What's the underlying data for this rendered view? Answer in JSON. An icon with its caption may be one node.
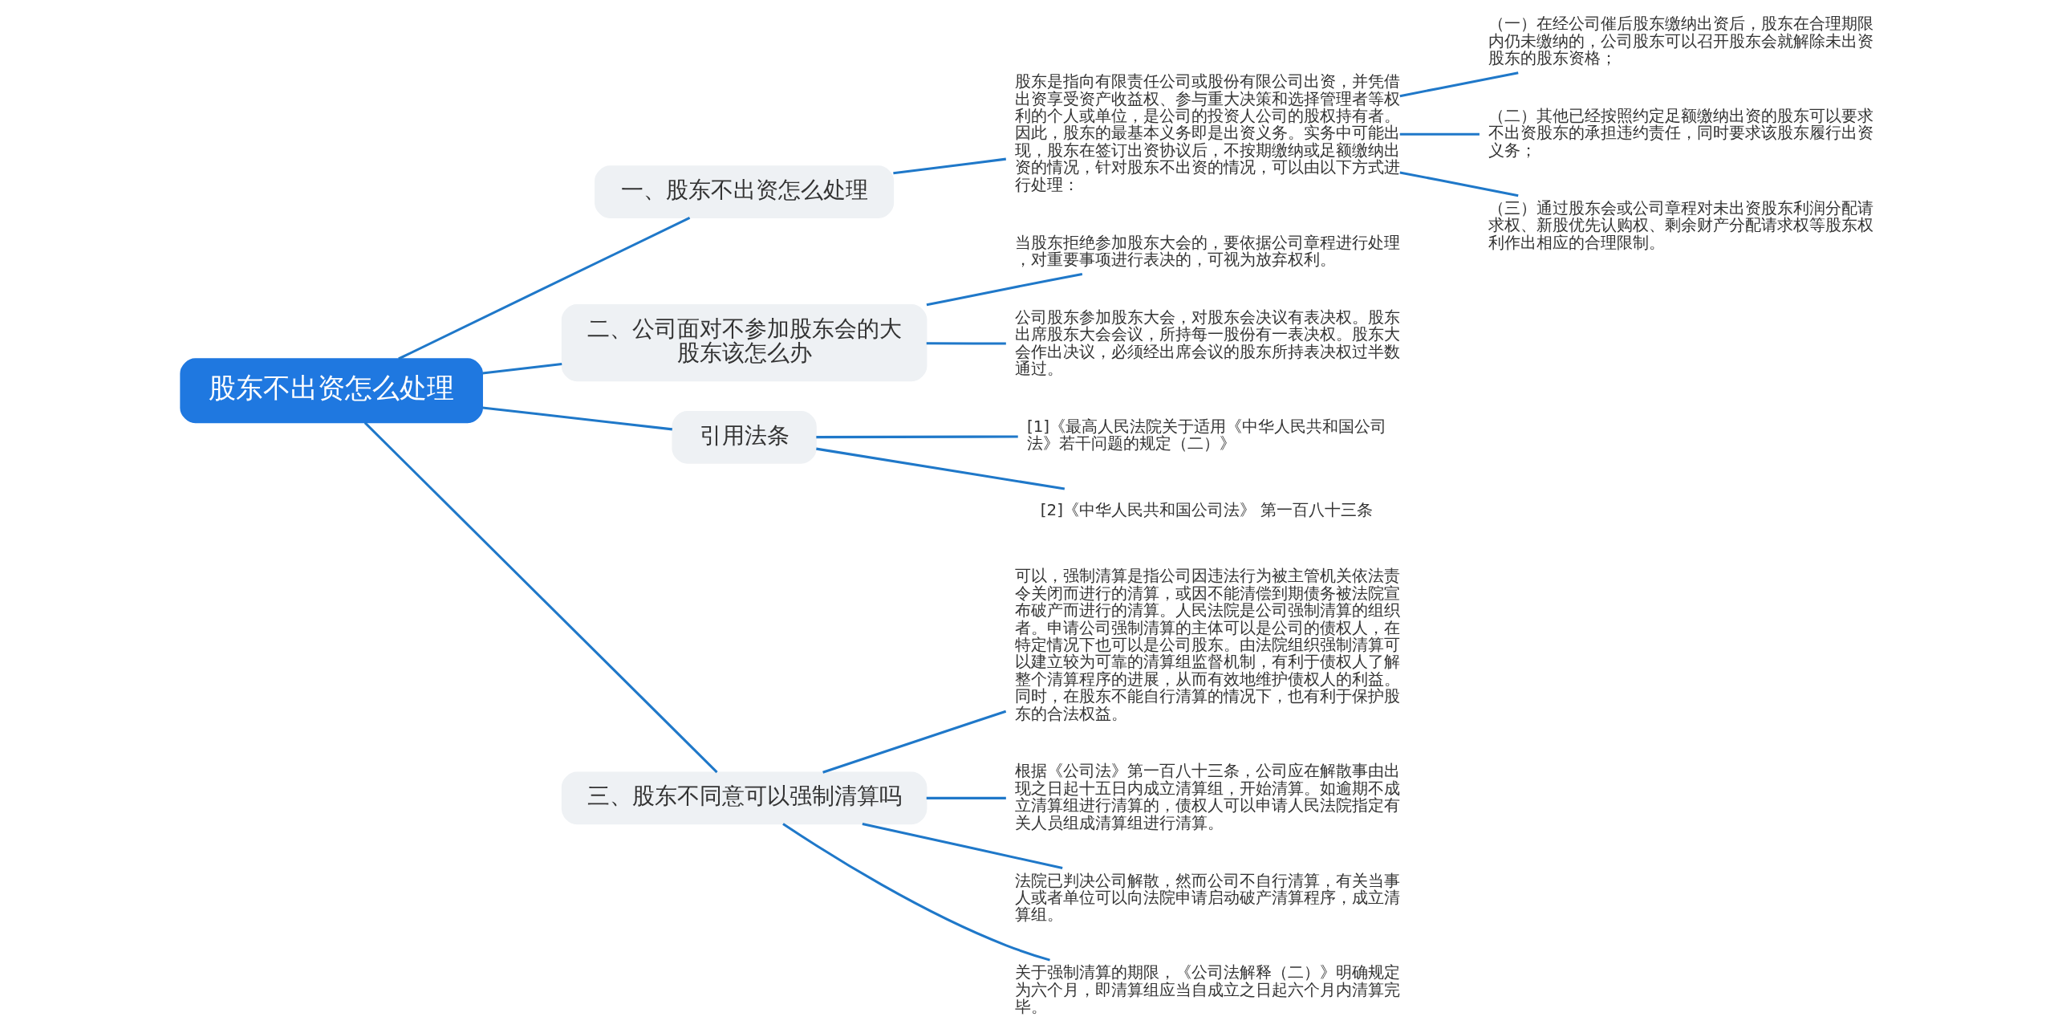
{
  "diagram": {
    "nodes": [
      {
        "text": [
          "股东不出资怎么处理"
        ]
      },
      {
        "text": [
          "一、股东不出资怎么处理"
        ]
      },
      {
        "text": [
          "股东是指向有限责任公司或股份有限公司出资，并凭借出资享受资产收益权、参与重大决策和选择管理者等权利的个人或单位，是公司的投资人公司的股权持有者。因此，股东的最基本义务即是出资义务。实务中可能出现，股东在签订出资协议后，不按期缴纳或足额缴纳出资的情况，针对股东不出资的情况，可以由以下方式进行处理："
        ]
      },
      {
        "text": [
          "（一）在经公司催后股东缴纳出资后，股东在合理期限内仍未缴纳的，公司股东可以召开股东会就解除未出资股东的股东资格；"
        ]
      },
      {
        "text": [
          "（二）其他已经按照约定足额缴纳出资的股东可以要求不出资股东的承担违约责任，同时要求该股东履行出资义务；"
        ]
      },
      {
        "text": [
          "（三）通过股东会或公司章程对未出资股东利润分配请求权、新股优先认购权、剩余财产分配请求权等股东权利作出相应的合理限制。"
        ]
      },
      {
        "text": [
          "二、公司面对不参加股东会的大股东该怎么办"
        ]
      },
      {
        "text": [
          "当股东拒绝参加股东大会的，要依据公司章程进行处理，对重要事项进行表决的，可视为放弃权利。"
        ]
      },
      {
        "text": [
          "公司股东参加股东大会，对股东会决议有表决权。股东出席股东大会会议，所持每一股份有一表决权。股东大会作出决议，必须经出席会议的股东所持表决权过半数通过。"
        ]
      },
      {
        "text": [
          "引用法条"
        ]
      },
      {
        "text": [
          "[1]《最高人民法院关于适用《中华人民共和国公司法》若干问题的规定（二）》"
        ]
      },
      {
        "text": [
          "[2]《中华人民共和国公司法》 第一百八十三条"
        ]
      },
      {
        "text": [
          "三、股东不同意可以强制清算吗"
        ]
      },
      {
        "text": [
          "可以，强制清算是指公司因违法行为被主管机关依法责令关闭而进行的清算，或因不能清偿到期债务被法院宣布破产而进行的清算。人民法院是公司强制清算的组织者。申请公司强制清算的主体可以是公司的债权人，在特定情况下也可以是公司股东。由法院组织强制清算可以建立较为可靠的清算组监督机制，有利于债权人了解整个清算程序的进展，从而有效地维护债权人的利益。同时，在股东不能自行清算的情况下，也有利于保护股东的合法权益。"
        ]
      },
      {
        "text": [
          "根据《公司法》第一百八十三条，公司应在解散事由出现之日起十五日内成立清算组，开始清算。如逾期不成立清算组进行清算的，债权人可以申请人民法院指定有关人员组成清算组进行清算。"
        ]
      },
      {
        "text": [
          "法院已判决公司解散，然而公司不自行清算，有关当事人或者单位可以向法院申请启动破产清算程序，成立清算组。"
        ]
      },
      {
        "text": [
          "关于强制清算的期限，《公司法解释（二）》明确规定为六个月，即清算组应当自成立之日起六个月内清算完毕。"
        ]
      }
    ],
    "edges": [
      {
        "from": 0,
        "to": 1,
        "arrow": "none"
      },
      {
        "from": 1,
        "to": 2,
        "arrow": "none"
      },
      {
        "from": 2,
        "to": 3,
        "arrow": "none"
      },
      {
        "from": 2,
        "to": 4,
        "arrow": "none"
      },
      {
        "from": 2,
        "to": 5,
        "arrow": "none"
      },
      {
        "from": 0,
        "to": 6,
        "arrow": "none"
      },
      {
        "from": 6,
        "to": 7,
        "arrow": "none"
      },
      {
        "from": 6,
        "to": 8,
        "arrow": "none"
      },
      {
        "from": 0,
        "to": 9,
        "arrow": "none"
      },
      {
        "from": 9,
        "to": 10,
        "arrow": "none"
      },
      {
        "from": 9,
        "to": 11,
        "arrow": "none"
      },
      {
        "from": 0,
        "to": 12,
        "arrow": "none"
      },
      {
        "from": 12,
        "to": 13,
        "arrow": "none"
      },
      {
        "from": 12,
        "to": 14,
        "arrow": "none"
      },
      {
        "from": 12,
        "to": 15,
        "arrow": "none"
      },
      {
        "from": 12,
        "to": 16,
        "arrow": "none"
      }
    ]
  }
}
